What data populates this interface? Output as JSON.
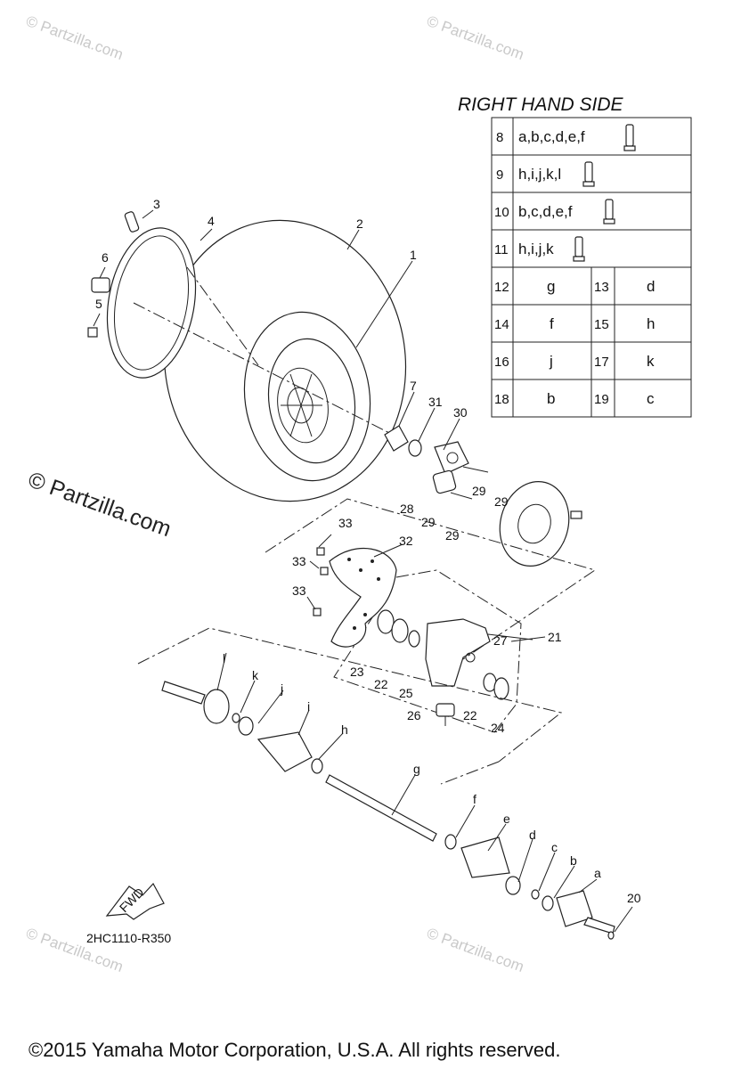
{
  "watermark": {
    "small": "© Partzilla.com",
    "side": "© Partzilla.com"
  },
  "diagram_code": "2HC1110-R350",
  "fwd_label": "FWD",
  "copyright": "©2015 Yamaha Motor Corporation, U.S.A. All rights reserved.",
  "table": {
    "title": "RIGHT HAND SIDE",
    "wide_rows": [
      {
        "num": "8",
        "text": "a,b,c,d,e,f"
      },
      {
        "num": "9",
        "text": "h,i,j,k,l"
      },
      {
        "num": "10",
        "text": "b,c,d,e,f"
      },
      {
        "num": "11",
        "text": "h,i,j,k"
      }
    ],
    "pair_rows": [
      {
        "n1": "12",
        "v1": "g",
        "n2": "13",
        "v2": "d"
      },
      {
        "n1": "14",
        "v1": "f",
        "n2": "15",
        "v2": "h"
      },
      {
        "n1": "16",
        "v1": "j",
        "n2": "17",
        "v2": "k"
      },
      {
        "n1": "18",
        "v1": "b",
        "n2": "19",
        "v2": "c"
      }
    ]
  },
  "callouts": {
    "c1": "1",
    "c2": "2",
    "c3": "3",
    "c4": "4",
    "c5": "5",
    "c6": "6",
    "c7": "7",
    "c20": "20",
    "c21": "21",
    "c22a": "22",
    "c22b": "22",
    "c23": "23",
    "c24": "24",
    "c25": "25",
    "c26": "26",
    "c27": "27",
    "c28": "28",
    "c29a": "29",
    "c29b": "29",
    "c29c": "29",
    "c29d": "29",
    "c30": "30",
    "c31": "31",
    "c32": "32",
    "c33a": "33",
    "c33b": "33",
    "c33c": "33",
    "ca": "a",
    "cb": "b",
    "cc": "c",
    "cd": "d",
    "ce": "e",
    "cf": "f",
    "cg": "g",
    "ch": "h",
    "ci": "i",
    "cj": "j",
    "ck": "k",
    "cl": "l"
  }
}
